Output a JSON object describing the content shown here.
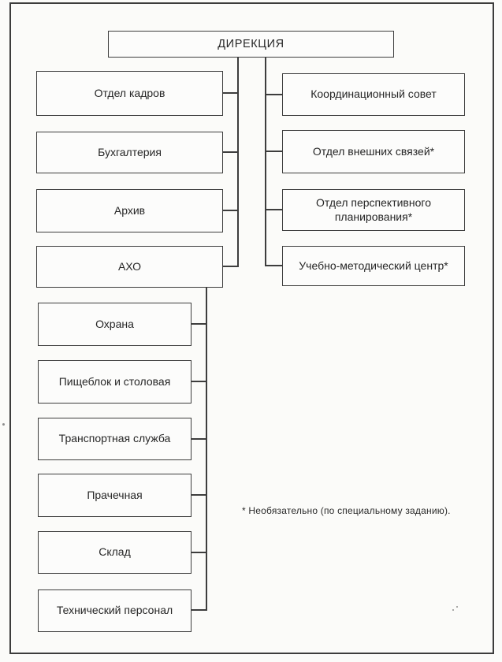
{
  "org": {
    "root": {
      "label": "ДИРЕКЦИЯ"
    },
    "left": [
      {
        "label": "Отдел кадров"
      },
      {
        "label": "Бухгалтерия"
      },
      {
        "label": "Архив"
      },
      {
        "label": "АХО"
      }
    ],
    "right": [
      {
        "label": "Координационный совет"
      },
      {
        "label": "Отдел внешних связей*"
      },
      {
        "label": "Отдел перспективного планирования*"
      },
      {
        "label": "Учебно-методический центр*"
      }
    ],
    "sub": [
      {
        "label": "Охрана"
      },
      {
        "label": "Пищеблок и столовая"
      },
      {
        "label": "Транспортная служба"
      },
      {
        "label": "Прачечная"
      },
      {
        "label": "Склад"
      },
      {
        "label": "Технический персонал"
      }
    ],
    "footnote": "* Необязательно (по специальному заданию)."
  },
  "colors": {
    "line": "#3d3d3d",
    "background": "#fbfbf9",
    "text": "#262626"
  }
}
